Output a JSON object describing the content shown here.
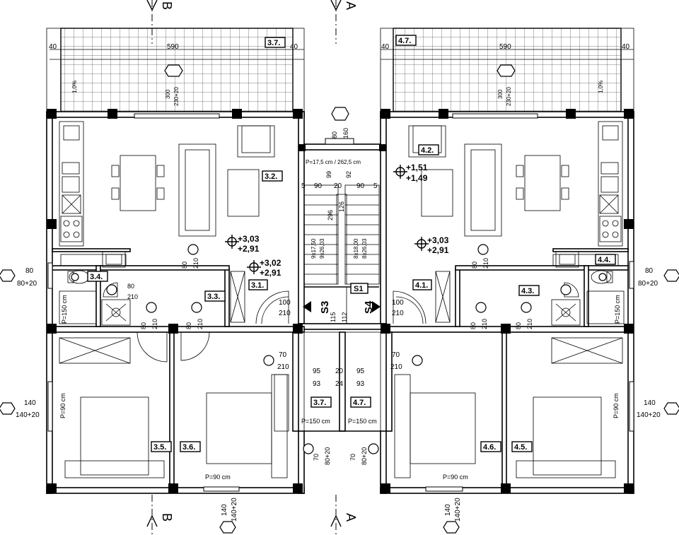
{
  "section_markers": {
    "a": "A",
    "b": "B"
  },
  "rooms": {
    "r32": "3.2.",
    "r42": "4.2.",
    "r33": "3.3.",
    "r34": "3.4.",
    "r31": "3.1.",
    "r41": "4.1.",
    "r43": "4.3.",
    "r44": "4.4.",
    "r35": "3.5.",
    "r36": "3.6.",
    "r45": "4.5.",
    "r46": "4.6.",
    "r37_top": "3.7.",
    "r47_top": "4.7.",
    "r37_low": "3.7.",
    "r47_low": "4.7.",
    "s1": "S1",
    "s3": "S3",
    "s4": "S4"
  },
  "dimensions": {
    "d40": "40",
    "d590": "590",
    "d300": "300",
    "d230_20": "230+20",
    "slope": "1,0%",
    "d80": "80",
    "d160": "160",
    "d80_20": "80+20",
    "d140": "140",
    "d140_20": "140+20",
    "d100": "100",
    "d210": "210",
    "d70": "70",
    "d95": "95",
    "d93": "93",
    "d20": "20",
    "d24": "24",
    "d115": "115",
    "d112": "112",
    "d5": "5",
    "d90": "90",
    "d99": "99",
    "d92": "92",
    "d296": "296",
    "d126": "126",
    "p150": "P=150 cm",
    "p90": "P=90 cm",
    "stairs": "P=17,5 cm / 262,5 cm",
    "stair_l1": "9x17,50",
    "stair_l2": "9x26,03",
    "stair_r1": "8x18,00",
    "stair_r2": "8x26,03"
  },
  "levels": {
    "l303": "+3,03",
    "l291": "+2,91",
    "l302": "+3,02",
    "l151": "+1,51",
    "l149": "+1,49"
  }
}
